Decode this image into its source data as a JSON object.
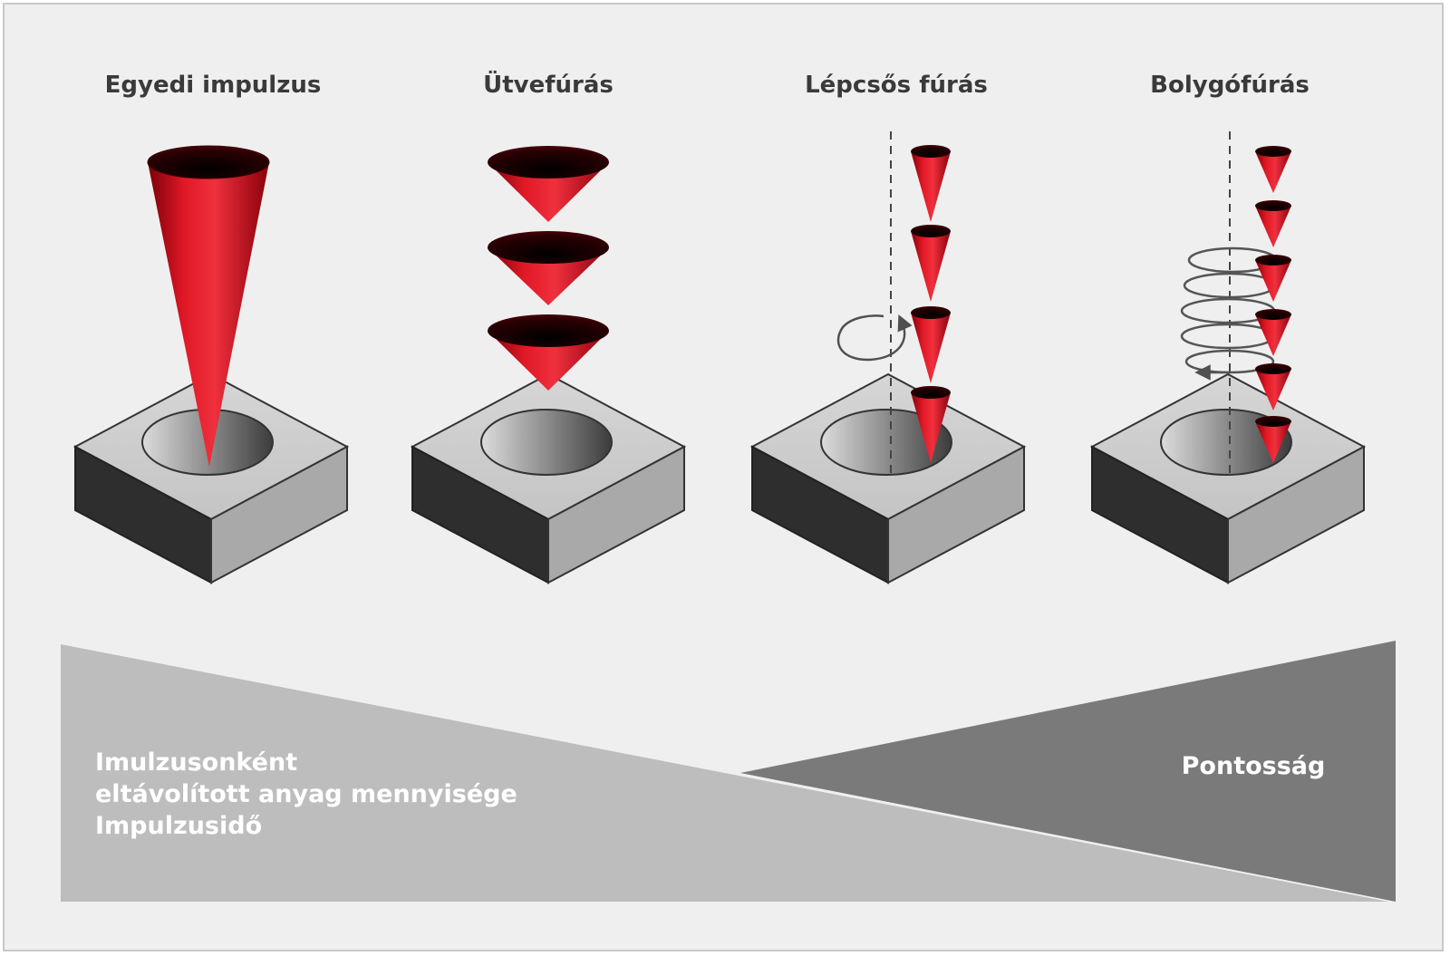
{
  "titles": {
    "single": "Egyedi impulzus",
    "percussion": "Ütvefúrás",
    "step": "Lépcsős fúrás",
    "planet": "Bolygófúrás"
  },
  "bottom": {
    "left_line1": "Imulzusonként",
    "left_line2": "eltávolított anyag mennyisége",
    "left_line3": "Impulzusidő",
    "right": "Pontosság"
  },
  "colors": {
    "beam": "#d4101e",
    "block_top": "#cfcfcf",
    "block_left": "#2e2e2e",
    "block_right": "#a9a9a9",
    "wedge_left": "#bdbdbd",
    "wedge_right": "#7a7a7a"
  }
}
